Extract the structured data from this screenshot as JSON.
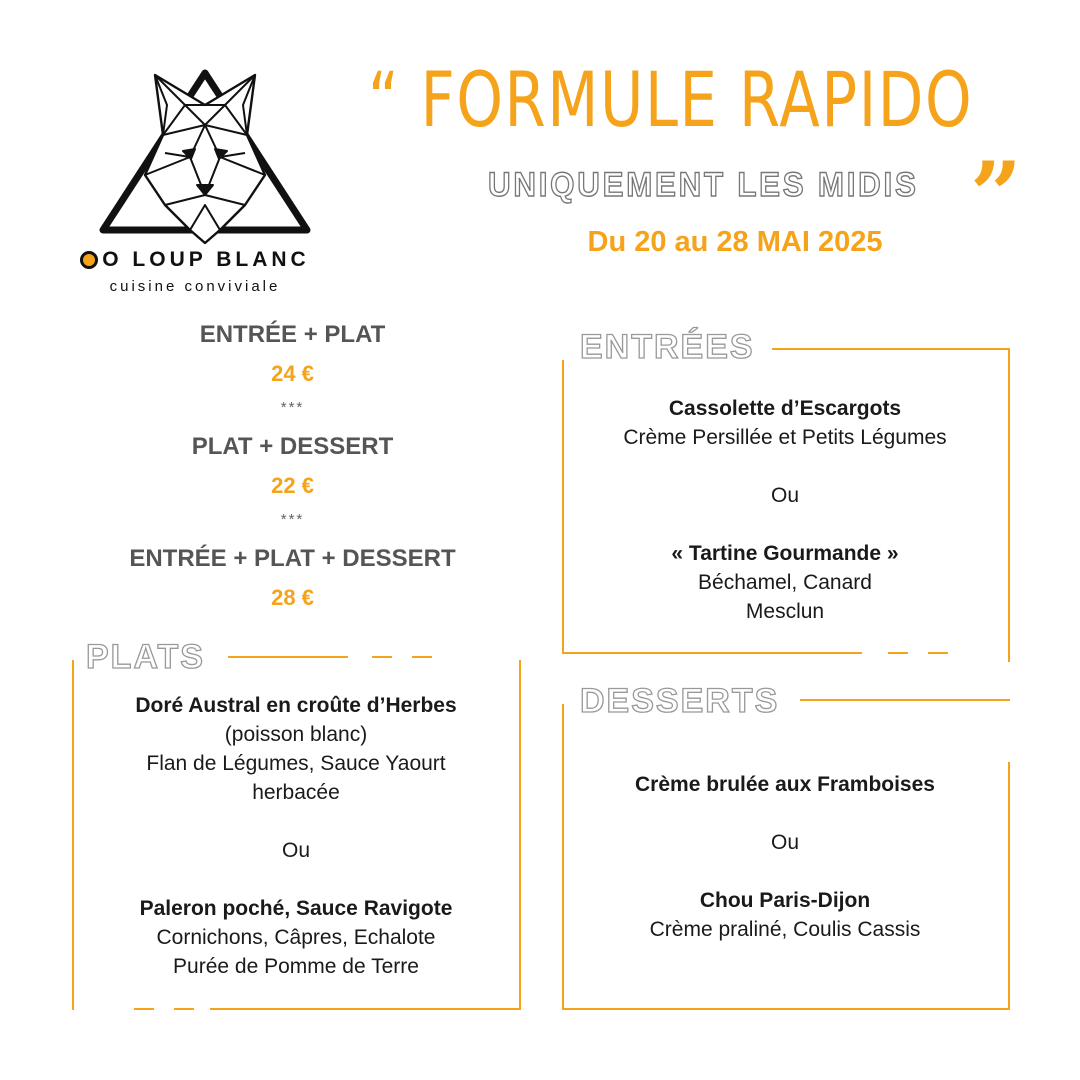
{
  "header": {
    "brand_name": "O LOUP BLANC",
    "tagline": "cuisine conviviale",
    "title": "“ FORMULE RAPIDO",
    "subtitle": "UNIQUEMENT LES MIDIS",
    "quote_close": "”",
    "dates": "Du 20 au 28 MAI 2025"
  },
  "formulas": [
    {
      "name": "ENTRÉE + PLAT",
      "price": "24 €"
    },
    {
      "name": "PLAT + DESSERT",
      "price": "22 €"
    },
    {
      "name": "ENTRÉE + PLAT + DESSERT",
      "price": "28 €"
    }
  ],
  "separator": "***",
  "sections": {
    "entrees": {
      "title": "ENTRÉES",
      "option1": {
        "name": "Cassolette d’Escargots",
        "lines": [
          "Crème Persillée et Petits Légumes"
        ]
      },
      "or": "Ou",
      "option2": {
        "name": "« Tartine Gourmande »",
        "lines": [
          "Béchamel, Canard",
          "Mesclun"
        ]
      }
    },
    "plats": {
      "title": "PLATS",
      "option1": {
        "name": "Doré Austral en croûte d’Herbes",
        "lines": [
          "(poisson blanc)",
          "Flan de Légumes, Sauce Yaourt",
          "herbacée"
        ]
      },
      "or": "Ou",
      "option2": {
        "name": "Paleron poché, Sauce Ravigote",
        "lines": [
          "Cornichons, Câpres, Echalote",
          "Purée de Pomme de Terre"
        ]
      }
    },
    "desserts": {
      "title": "DESSERTS",
      "option1": {
        "name": "Crème brulée aux Framboises",
        "lines": []
      },
      "or": "Ou",
      "option2": {
        "name": "Chou Paris-Dijon",
        "lines": [
          "Crème praliné, Coulis Cassis"
        ]
      }
    }
  },
  "colors": {
    "accent": "#f5a31a",
    "outline_text": "#999999",
    "body_text": "#1a1a1a"
  }
}
